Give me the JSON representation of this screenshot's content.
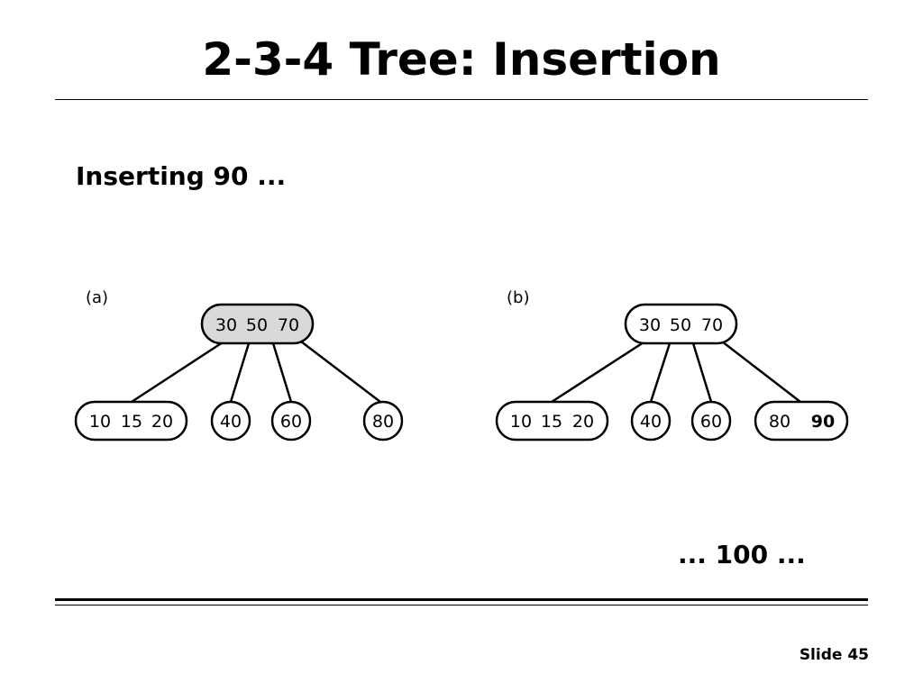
{
  "slide": {
    "title": "2-3-4 Tree: Insertion",
    "subheading": "Inserting 90 ...",
    "continuation": "... 100 ...",
    "slide_number": "Slide 45"
  },
  "diagram": {
    "colors": {
      "highlight_fill": "#d9d9d9",
      "node_fill": "#ffffff",
      "stroke": "#000000"
    },
    "panel_a": {
      "label": "(a)",
      "root": {
        "keys": [
          "30",
          "50",
          "70"
        ],
        "highlighted": true
      },
      "children": [
        {
          "keys": [
            "10",
            "15",
            "20"
          ]
        },
        {
          "keys": [
            "40"
          ]
        },
        {
          "keys": [
            "60"
          ]
        },
        {
          "keys": [
            "80"
          ]
        }
      ]
    },
    "panel_b": {
      "label": "(b)",
      "root": {
        "keys": [
          "30",
          "50",
          "70"
        ],
        "highlighted": false
      },
      "children": [
        {
          "keys": [
            "10",
            "15",
            "20"
          ]
        },
        {
          "keys": [
            "40"
          ]
        },
        {
          "keys": [
            "60"
          ]
        },
        {
          "keys": [
            "80"
          ],
          "inserted_key": "90"
        }
      ]
    }
  }
}
